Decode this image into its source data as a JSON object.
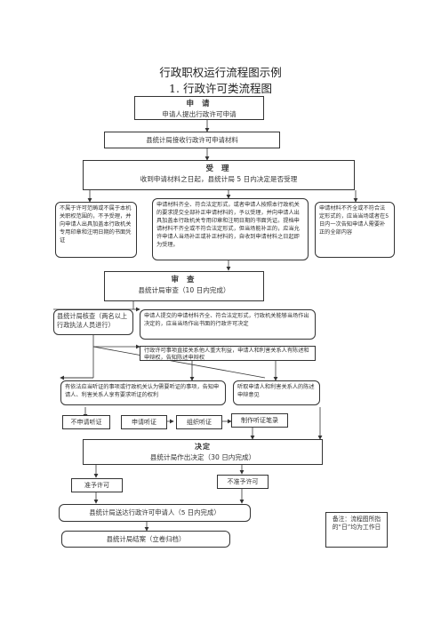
{
  "title": "行政职权运行流程图示例",
  "subtitle": "1. 行政许可类流程图",
  "apply": {
    "heading": "申  请",
    "text": "申请人提出行政许可申请"
  },
  "receive": {
    "text": "县统计局接收行政许可申请材料"
  },
  "accept": {
    "heading": "受  理",
    "text": "收到申请材料之日起，县统计局 5 日内决定是否受理"
  },
  "branch_reject": {
    "text": "不属于许可范畴或不属于本机关职权范围的，不予受理，并向申请人出具加盖本行政机关专用印章和注明日期的书面凭证"
  },
  "branch_correct": {
    "text": "申请材料齐全、符合法定形式，或者申请人按照本行政机关的要求提交全部补正申请材料的，予以受理，并向申请人出具加盖本行政机关专用印章和注明日期的书面凭证。提档申请材料不齐全或不符合法定形式，但当场能补正的，应当允许申请人当场补正或补正材料的，自收到申请材料之日起即为受理。"
  },
  "branch_incomplete": {
    "text": "申请材料不齐全或不符合法定形式的，应当当场或者在5日内一次告知申请人需要补正的全部内容"
  },
  "review": {
    "heading": "审  查",
    "text": "县统计局审查（10 日内完成）"
  },
  "verify": {
    "text": "县统计局核查（两名以上行政执法人员进行）"
  },
  "decide_spot": {
    "text": "申请人提交的申请材料齐全、符合法定形式，行政机关能够当场作出决定的，应当当场作出书面的行政许可决定"
  },
  "interest": {
    "text": "行政许可事项直接关系他人重大利益，申请人和利害关系人有陈述和申辩权，告知陈述申辩权"
  },
  "hearing_notice": {
    "text": "有依法应当听证的事项或行政机关认为需要听证的事项，告知申请人、利害关系人享有要求听证的权利"
  },
  "statement": {
    "text": "听取申请人和利害关系人的陈述申辩意见"
  },
  "no_hearing": {
    "text": "不申请听证"
  },
  "apply_hearing": {
    "text": "申请听证"
  },
  "organize_hearing": {
    "text": "组织听证"
  },
  "hearing_record": {
    "text": "制作听证笔录"
  },
  "decision": {
    "heading": "决定",
    "text": "县统计局作出决定（30 日内完成）"
  },
  "grant": {
    "text": "准予许可"
  },
  "deny": {
    "text": "不准予许可"
  },
  "deliver": {
    "text": "县统计局送达行政许可申请人（5 日内完成）"
  },
  "close": {
    "text": "县统计局结案（立卷归档）"
  },
  "note": {
    "text": "备注：流程图所指的“日”均为工作日"
  }
}
